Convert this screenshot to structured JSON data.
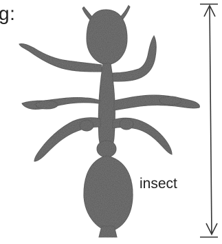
{
  "labels": {
    "partial_word": "g:",
    "insect": "insect"
  },
  "colors": {
    "body_fill": "#4a4a4a",
    "body_stroke": "#2a2a2a",
    "line": "#333333",
    "background": "#ffffff"
  },
  "icons": {
    "measurement": "double-headed-arrow-icon",
    "subject": "ant-silhouette"
  }
}
